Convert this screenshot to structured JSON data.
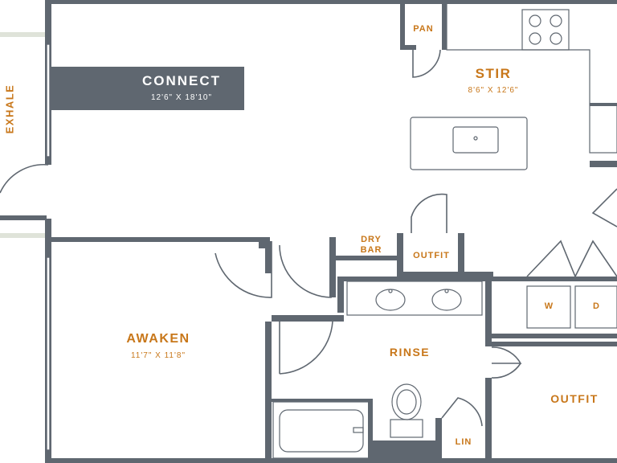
{
  "rooms": {
    "connect": {
      "name": "CONNECT",
      "size": "12'6\" X 18'10\""
    },
    "stir": {
      "name": "STIR",
      "size": "8'6\" X 12'6\""
    },
    "awaken": {
      "name": "AWAKEN",
      "size": "11'7\" X 11'8\""
    },
    "rinse": {
      "name": "RINSE"
    },
    "outfit_large": {
      "name": "OUTFIT"
    },
    "outfit_small": {
      "name": "OUTFIT"
    },
    "pan": {
      "name": "PAN"
    },
    "dry_bar": {
      "name": "DRY\nBAR"
    },
    "lin": {
      "name": "LIN"
    },
    "exhale": {
      "name": "EXHALE"
    }
  },
  "appliances": {
    "washer": "W",
    "dryer": "D"
  },
  "colors": {
    "wall": "#5f6770",
    "label": "#c8771a",
    "band": "#5f6770"
  }
}
